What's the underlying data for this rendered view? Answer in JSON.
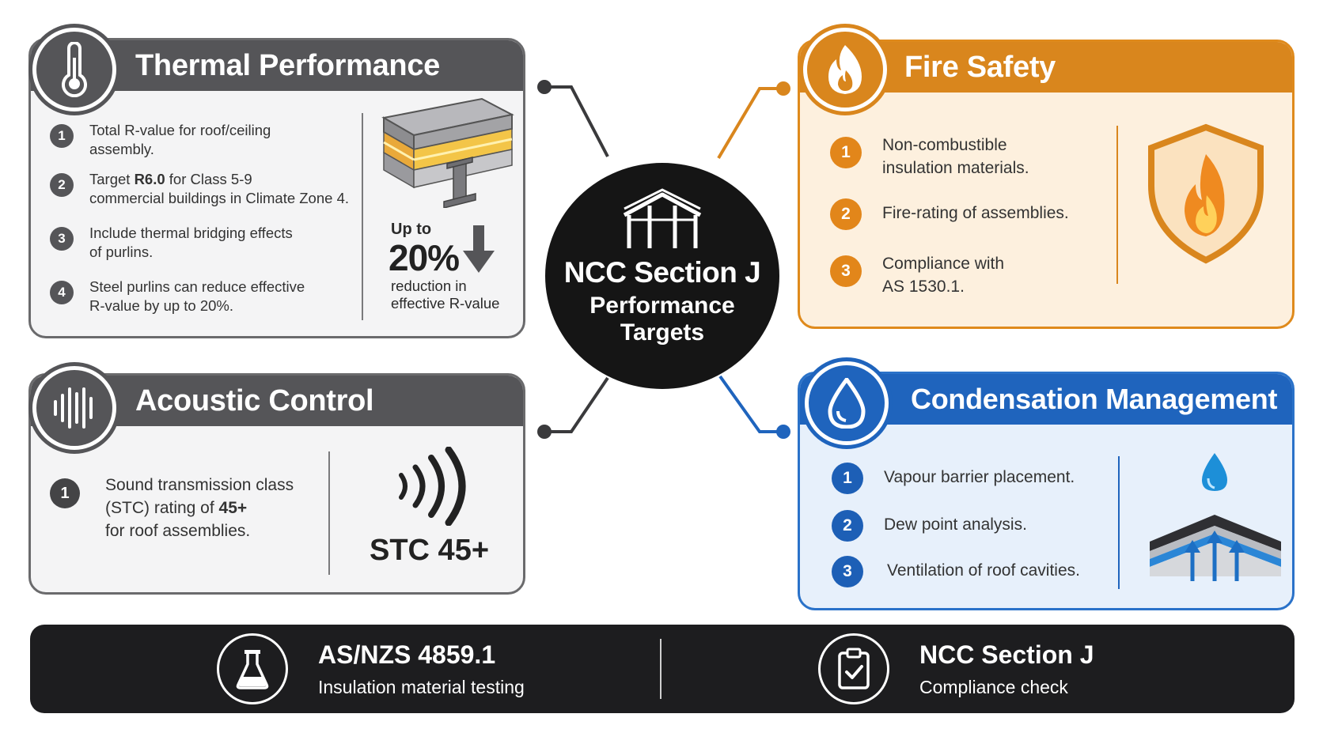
{
  "center": {
    "title": "NCC Section J",
    "subtitle_line1": "Performance",
    "subtitle_line2": "Targets"
  },
  "thermal": {
    "title": "Thermal Performance",
    "icon": "thermometer-icon",
    "items": [
      {
        "num": "1",
        "line1": "Total R-value for roof/ceiling",
        "line2": "assembly."
      },
      {
        "num": "2",
        "pre": "Target ",
        "bold": "R6.0",
        "post": " for Class 5-9",
        "line2": "commercial buildings in Climate Zone 4."
      },
      {
        "num": "3",
        "line1": "Include thermal bridging effects",
        "line2": "of purlins."
      },
      {
        "num": "4",
        "line1": "Steel purlins can reduce effective",
        "line2": "R-value by up to 20%."
      }
    ],
    "stat": {
      "prefix": "Up to",
      "value": "20%",
      "line1": "reduction in",
      "line2": "effective R-value"
    }
  },
  "acoustic": {
    "title": "Acoustic Control",
    "icon": "sound-wave-icon",
    "items": [
      {
        "num": "1",
        "line1": "Sound transmission class",
        "line2_pre": "(STC) rating of ",
        "line2_bold": "45+",
        "line3": "for roof assemblies."
      }
    ],
    "stat": "STC 45+"
  },
  "fire": {
    "title": "Fire Safety",
    "icon": "flame-icon",
    "items": [
      {
        "num": "1",
        "line1": "Non-combustible",
        "line2": "insulation materials."
      },
      {
        "num": "2",
        "line1": "Fire-rating of assemblies."
      },
      {
        "num": "3",
        "line1": "Compliance with",
        "line2": "AS 1530.1."
      }
    ]
  },
  "condensation": {
    "title": "Condensation Management",
    "icon": "water-drop-icon",
    "items": [
      {
        "num": "1",
        "line1": "Vapour barrier placement."
      },
      {
        "num": "2",
        "line1": "Dew point analysis."
      },
      {
        "num": "3",
        "line1": "Ventilation of roof cavities."
      }
    ]
  },
  "footer": {
    "left": {
      "title": "AS/NZS 4859.1",
      "subtitle": "Insulation material testing",
      "icon": "flask-icon"
    },
    "right": {
      "title": "NCC Section J",
      "subtitle": "Compliance check",
      "icon": "clipboard-check-icon"
    }
  },
  "colors": {
    "gray": "#555558",
    "orange": "#d9861d",
    "blue": "#1f64bd",
    "dark": "#151515"
  }
}
